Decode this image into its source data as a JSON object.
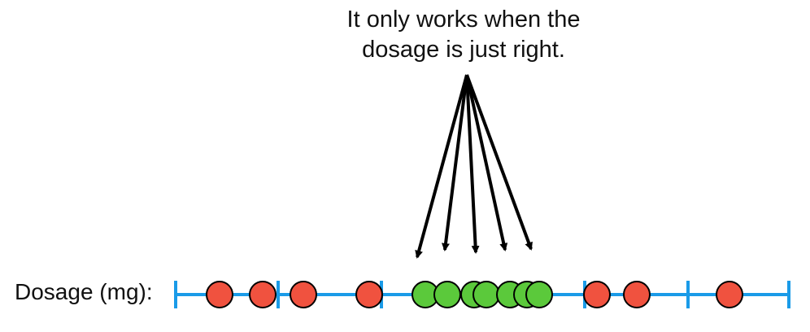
{
  "annotation": {
    "line1": "It only works when the",
    "line2": "dosage is just right."
  },
  "axis": {
    "label": "Dosage (mg):"
  },
  "colors": {
    "axis": "#1a9be8",
    "ineffective": "#f0523f",
    "effective": "#5bc93b",
    "outline": "#000000",
    "arrow": "#000000"
  },
  "points": [
    {
      "status": "ineffective"
    },
    {
      "status": "ineffective"
    },
    {
      "status": "ineffective"
    },
    {
      "status": "ineffective"
    },
    {
      "status": "effective"
    },
    {
      "status": "effective"
    },
    {
      "status": "effective"
    },
    {
      "status": "effective"
    },
    {
      "status": "effective"
    },
    {
      "status": "effective"
    },
    {
      "status": "effective"
    },
    {
      "status": "ineffective"
    },
    {
      "status": "ineffective"
    },
    {
      "status": "ineffective"
    }
  ]
}
